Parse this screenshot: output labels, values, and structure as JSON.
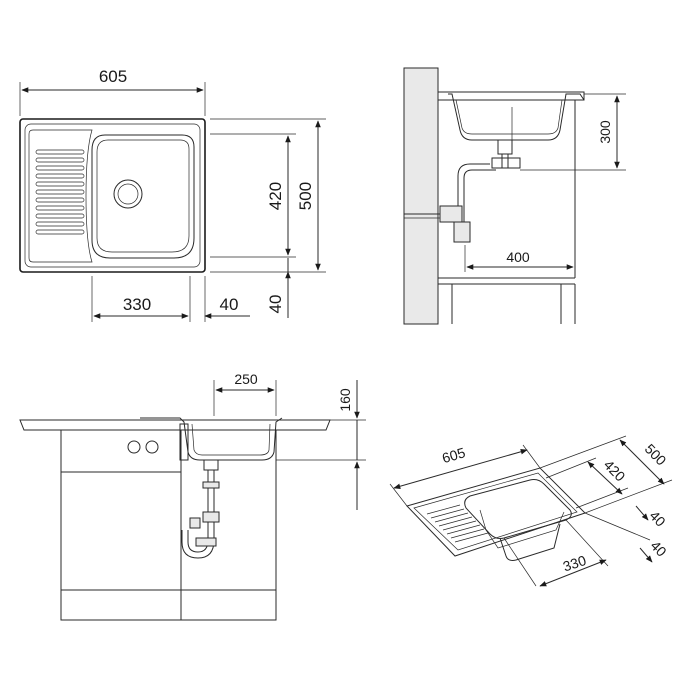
{
  "top_view": {
    "width_label": "605",
    "bowl_depth_label": "420",
    "overall_depth_label": "500",
    "drainer_label": "330",
    "bowl_offset_label": "40",
    "edge_offset_label": "40"
  },
  "side_view": {
    "height_label": "300",
    "cabinet_label": "400"
  },
  "front_view": {
    "bowl_width_label": "250",
    "bowl_height_label": "160"
  },
  "iso_view": {
    "width_label": "605",
    "overall_depth_label": "500",
    "bowl_depth_label": "420",
    "offset_label_a": "40",
    "offset_label_b": "40",
    "drainer_label": "330"
  }
}
